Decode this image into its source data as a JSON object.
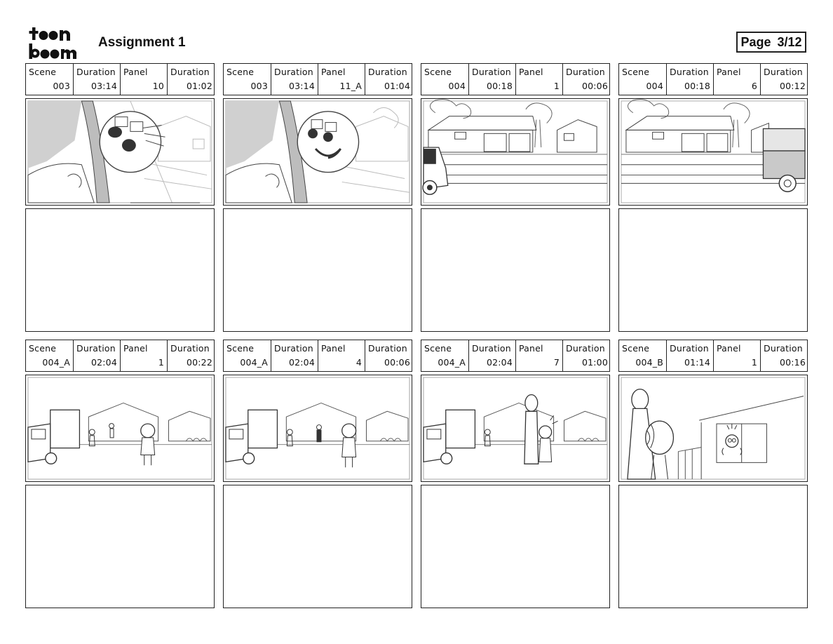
{
  "header": {
    "brand_line1": "toon",
    "brand_line2": "boom",
    "title": "Assignment 1",
    "page_label": "Page",
    "page_value": "3/12"
  },
  "labels": {
    "scene": "Scene",
    "duration": "Duration",
    "panel": "Panel"
  },
  "panels": [
    {
      "scene": "003",
      "scene_duration": "03:14",
      "panel": "10",
      "panel_duration": "01:02"
    },
    {
      "scene": "003",
      "scene_duration": "03:14",
      "panel": "11_A",
      "panel_duration": "01:04"
    },
    {
      "scene": "004",
      "scene_duration": "00:18",
      "panel": "1",
      "panel_duration": "00:06"
    },
    {
      "scene": "004",
      "scene_duration": "00:18",
      "panel": "6",
      "panel_duration": "00:12"
    },
    {
      "scene": "004_A",
      "scene_duration": "02:04",
      "panel": "1",
      "panel_duration": "00:22"
    },
    {
      "scene": "004_A",
      "scene_duration": "02:04",
      "panel": "4",
      "panel_duration": "00:06"
    },
    {
      "scene": "004_A",
      "scene_duration": "02:04",
      "panel": "7",
      "panel_duration": "01:00"
    },
    {
      "scene": "004_B",
      "scene_duration": "01:14",
      "panel": "1",
      "panel_duration": "00:16"
    }
  ],
  "colors": {
    "ink": "#222222",
    "sketch": "#555555",
    "tone": "#cfcfcf"
  }
}
